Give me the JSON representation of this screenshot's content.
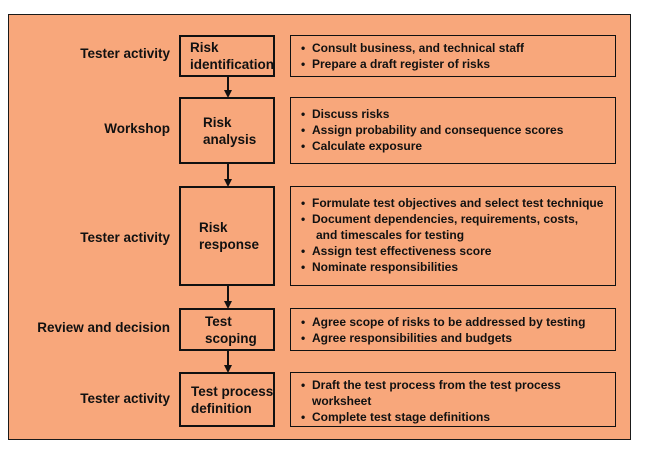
{
  "rows": [
    {
      "label": "Tester activity",
      "stage": [
        "Risk",
        "identification"
      ],
      "details": [
        [
          "Consult business, and technical staff"
        ],
        [
          "Prepare a draft register of risks"
        ]
      ]
    },
    {
      "label": "Workshop",
      "stage": [
        "Risk",
        "analysis"
      ],
      "details": [
        [
          "Discuss risks"
        ],
        [
          "Assign probability and consequence scores"
        ],
        [
          "Calculate exposure"
        ]
      ]
    },
    {
      "label": "Tester activity",
      "stage": [
        "Risk",
        "response"
      ],
      "details": [
        [
          "Formulate test objectives and select test technique"
        ],
        [
          "Document dependencies, requirements, costs,",
          "and timescales for testing"
        ],
        [
          "Assign test effectiveness score"
        ],
        [
          "Nominate responsibilities"
        ]
      ]
    },
    {
      "label": "Review and decision",
      "stage": [
        "Test",
        "scoping"
      ],
      "details": [
        [
          "Agree scope of risks to be addressed by testing"
        ],
        [
          "Agree responsibilities and budgets"
        ]
      ]
    },
    {
      "label": "Tester activity",
      "stage": [
        "Test process",
        "definition"
      ],
      "details": [
        [
          "Draft the test process from the test process",
          "worksheet"
        ],
        [
          "Complete test stage definitions"
        ]
      ]
    }
  ],
  "colors": {
    "background": "#f8a77b",
    "border": "#111111"
  }
}
